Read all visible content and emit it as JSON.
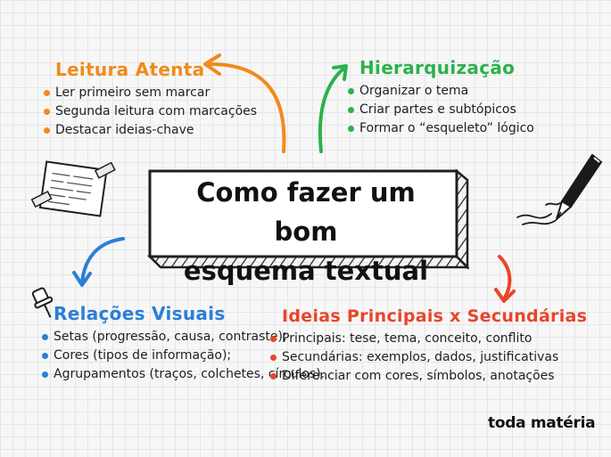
{
  "colors": {
    "orange": "#f28a1c",
    "green": "#2bb24c",
    "blue": "#2a7fd6",
    "red": "#e8452a",
    "ink": "#1f1f1f"
  },
  "central": {
    "line1": "Como fazer um bom",
    "line2": "esquema textual"
  },
  "sections": {
    "leitura": {
      "title": "Leitura Atenta",
      "items": [
        "Ler primeiro sem marcar",
        "Segunda leitura com marcações",
        "Destacar ideias-chave"
      ]
    },
    "hierarquizacao": {
      "title": "Hierarquização",
      "items": [
        "Organizar o tema",
        "Criar partes e subtópicos",
        "Formar o “esqueleto” lógico"
      ]
    },
    "relacoes": {
      "title": "Relações Visuais",
      "items": [
        "Setas (progressão, causa, contraste);",
        "Cores (tipos de informação);",
        "Agrupamentos (traços, colchetes, círculos)."
      ]
    },
    "ideias": {
      "title": "Ideias Principais x Secundárias",
      "items": [
        "Principais: tese, tema, conceito, conflito",
        "Secundárias: exemplos, dados, justificativas",
        "Diferenciar com cores, símbolos, anotações"
      ]
    }
  },
  "brand": "toda matéria"
}
